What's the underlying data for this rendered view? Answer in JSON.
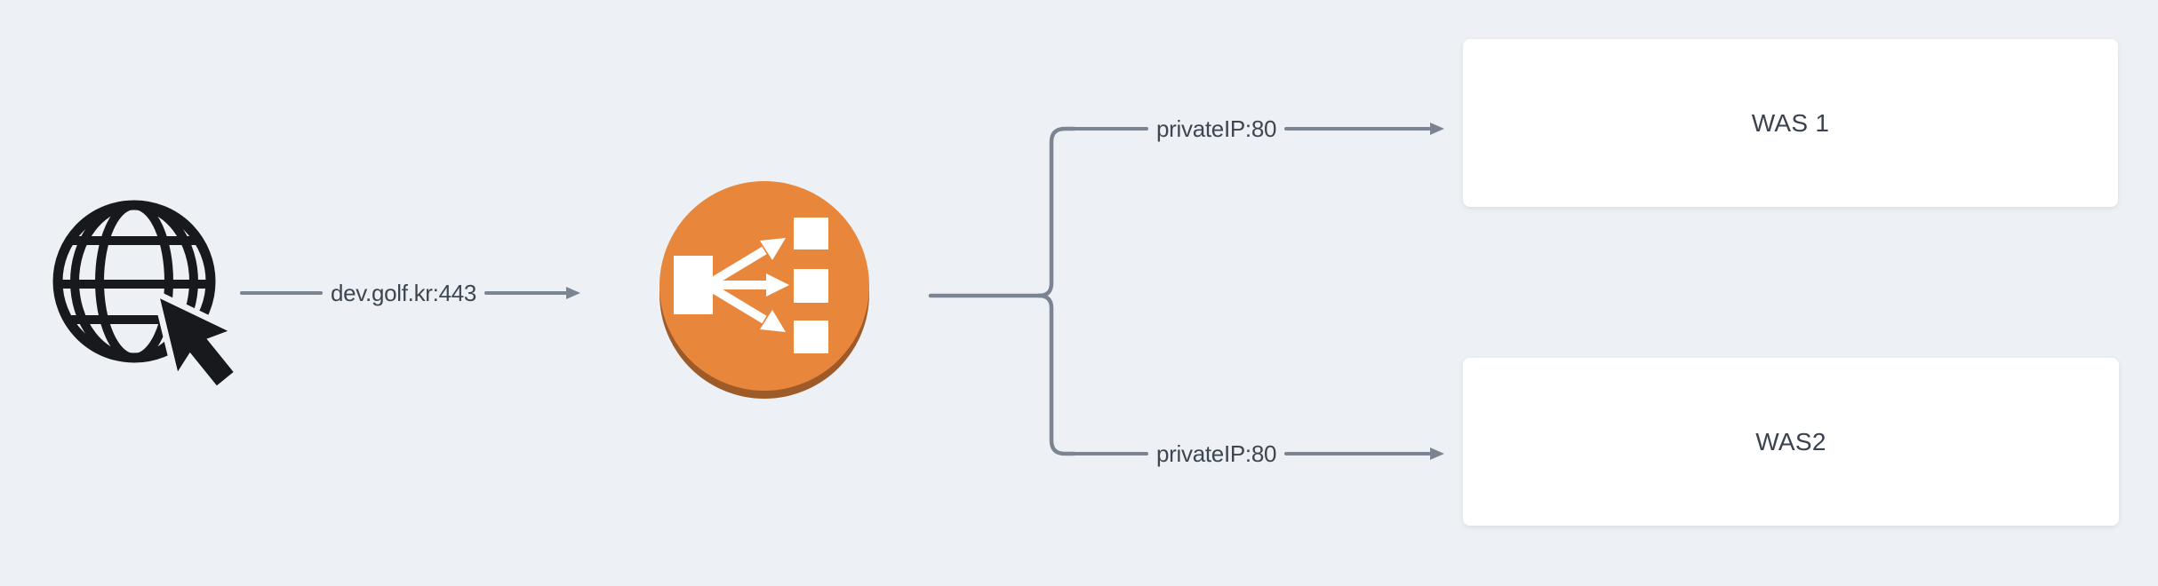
{
  "diagram": {
    "background_color": "#edf1f5",
    "connector_color": "#7a8591",
    "label_color": "#3d4651",
    "nodes": {
      "internet": {
        "icon": "globe-with-cursor-icon",
        "icon_color": "#17191c"
      },
      "load_balancer": {
        "icon": "aws-elb-load-balancer-icon",
        "icon_color": "#e8873c",
        "icon_rim_color": "#9e5a28",
        "icon_glyph_color": "#ffffff"
      },
      "was1": {
        "label": "WAS 1",
        "bg_color": "#ffffff"
      },
      "was2": {
        "label": "WAS2",
        "bg_color": "#ffffff"
      }
    },
    "edges": {
      "client_to_lb": {
        "label": "dev.golf.kr:443"
      },
      "lb_to_was1": {
        "label": "privateIP:80"
      },
      "lb_to_was2": {
        "label": "privateIP:80"
      }
    }
  }
}
